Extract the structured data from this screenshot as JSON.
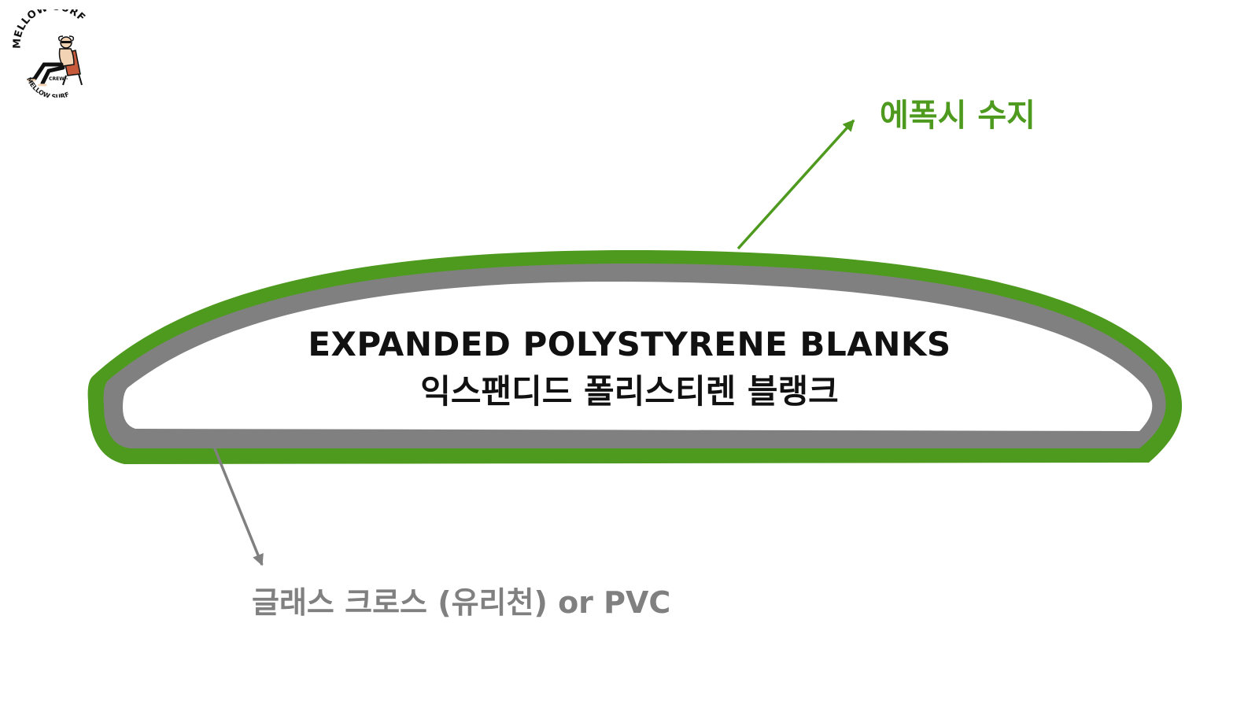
{
  "logo": {
    "top_text": "MELLOW SURF",
    "middle_text": "- CREW -",
    "bottom_text": "MELLOW SURF",
    "icon": "surfer-in-chair-icon"
  },
  "layers": {
    "outer": {
      "label": "에폭시 수지",
      "color": "#4e9a1f"
    },
    "middle": {
      "label": "글래스 크로스 (유리천) or PVC",
      "color": "#808080"
    },
    "core": {
      "label_en": "EXPANDED POLYSTYRENE BLANKS",
      "label_ko": "익스팬디드 폴리스티렌 블랭크",
      "color": "#ffffff"
    }
  },
  "text_color": "#111111",
  "icons": {
    "resin_arrow": "arrow-up-right-icon",
    "cloth_arrow": "arrow-down-icon"
  }
}
